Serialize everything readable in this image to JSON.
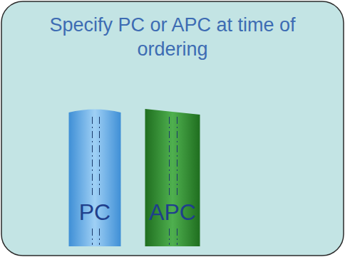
{
  "diagram": {
    "title": "Specify PC or APC at time of ordering",
    "nodes": [
      {
        "text": [
          "PC"
        ]
      },
      {
        "text": [
          "APC"
        ]
      }
    ]
  }
}
